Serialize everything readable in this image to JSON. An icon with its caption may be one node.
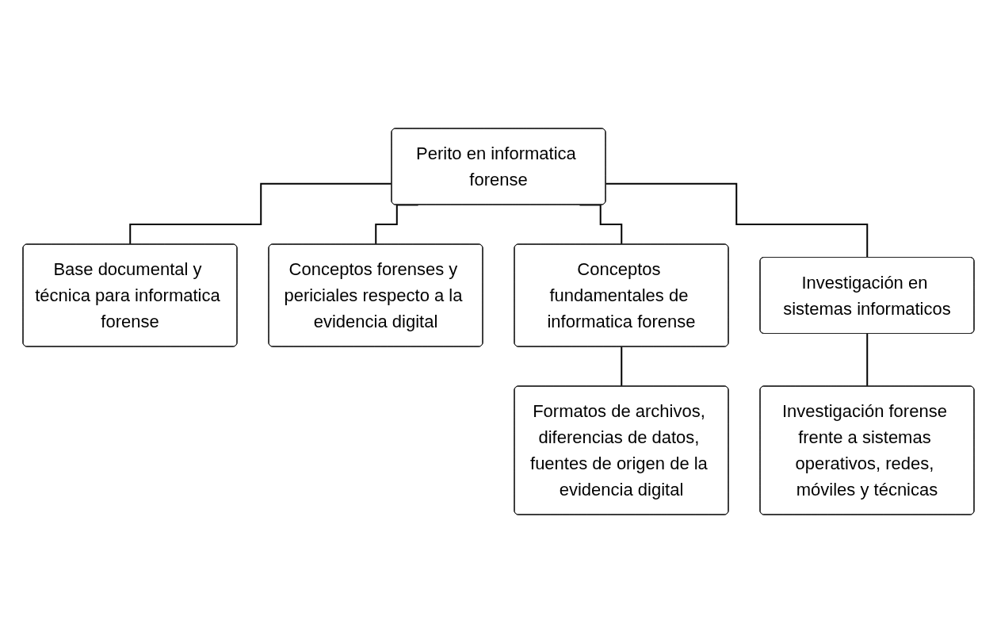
{
  "diagram": {
    "nodes": [
      {
        "text": [
          "Perito en informatica forense"
        ]
      },
      {
        "text": [
          "Base documental y técnica para informatica forense"
        ]
      },
      {
        "text": [
          "Conceptos forenses y periciales respecto a la evidencia digital"
        ]
      },
      {
        "text": [
          "Conceptos fundamentales de informatica forense"
        ]
      },
      {
        "text": [
          "Investigación en sistemas informaticos"
        ]
      },
      {
        "text": [
          "Formatos de archivos, diferencias de datos, fuentes de origen de la evidencia digital"
        ]
      },
      {
        "text": [
          "Investigación forense frente a sistemas operativos, redes, móviles y técnicas"
        ]
      }
    ],
    "edges": [
      {
        "from": 0,
        "to": 1,
        "arrow": "none"
      },
      {
        "from": 0,
        "to": 2,
        "arrow": "none"
      },
      {
        "from": 0,
        "to": 3,
        "arrow": "none"
      },
      {
        "from": 0,
        "to": 4,
        "arrow": "none"
      },
      {
        "from": 3,
        "to": 5,
        "arrow": "none"
      },
      {
        "from": 4,
        "to": 6,
        "arrow": "none"
      }
    ]
  }
}
